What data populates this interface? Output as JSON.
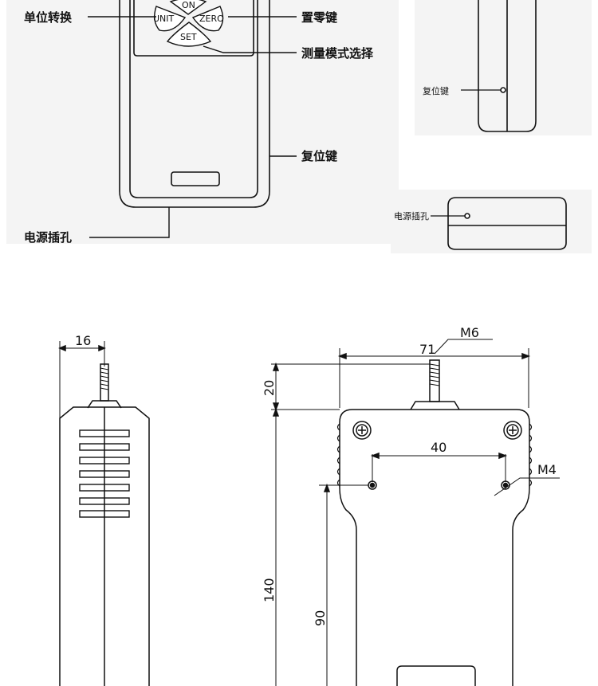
{
  "labels": {
    "unit_switch": "单位转换",
    "zero_key": "置零键",
    "mode_select": "测量模式选择",
    "reset_key_front": "复位键",
    "power_jack_front": "电源插孔",
    "reset_key_side": "复位键",
    "power_jack_bottom": "电源插孔"
  },
  "buttons": {
    "on": "ON",
    "unit": "UNIT",
    "zero": "ZERO",
    "set": "SET"
  },
  "dimensions": {
    "side_width": "16",
    "total_width": "71",
    "thread_top": "M6",
    "hook_height": "20",
    "hole_spacing": "40",
    "mount_thread": "M4",
    "body_height": "140",
    "hole_height": "90"
  },
  "colors": {
    "line": "#111111",
    "panel_bg": "#f4f4f4",
    "background": "#ffffff"
  }
}
